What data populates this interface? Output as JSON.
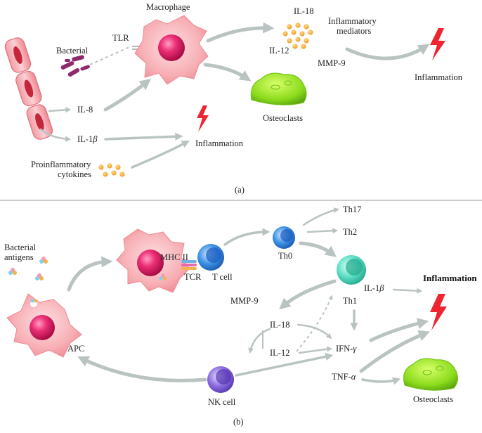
{
  "panel_a": {
    "caption": "(a)",
    "macrophage": "Macrophage",
    "tlr": "TLR",
    "bacterial": "Bacterial",
    "il18": "IL-18",
    "il12": "IL-12",
    "inflammatory_mediators_line1": "Inflammatory",
    "inflammatory_mediators_line2": "mediators",
    "mmp9": "MMP-9",
    "inflammation_right": "Inflammation",
    "osteoclasts": "Osteoclasts",
    "il8": "IL-8",
    "il1b_prefix": "IL-1",
    "il1b_greek": "β",
    "inflammation_mid": "Inflammation",
    "proinflammatory_line1": "Proinflammatory",
    "proinflammatory_line2": "cytokines"
  },
  "panel_b": {
    "caption": "(b)",
    "bacterial_antigens_line1": "Bacterial",
    "bacterial_antigens_line2": "antigens",
    "mhc2": "MHC II",
    "tcr": "TCR",
    "tcell": "T cell",
    "th0": "Th0",
    "th17": "Th17",
    "th2": "Th2",
    "th1": "Th1",
    "mmp9": "MMP-9",
    "il18": "IL-18",
    "il12": "IL-12",
    "ifn_prefix": "IFN-",
    "ifn_greek": "γ",
    "tnf_prefix": "TNF-",
    "tnf_greek": "α",
    "apc": "APC",
    "nkcell": "NK cell",
    "il1b_prefix": "IL-1",
    "il1b_greek": "β",
    "inflammation": "Inflammation",
    "osteoclasts": "Osteoclasts"
  }
}
